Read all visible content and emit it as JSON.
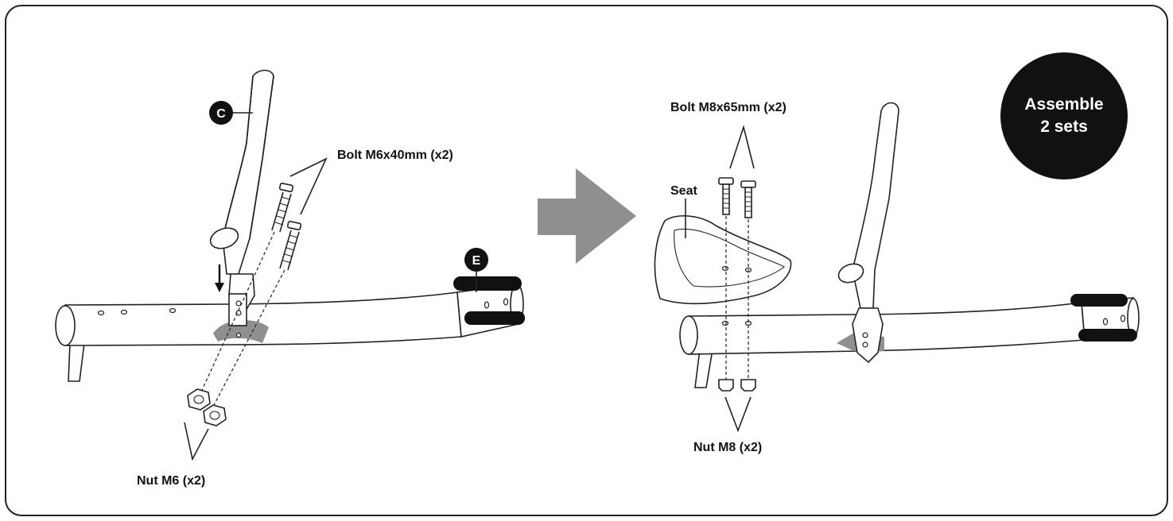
{
  "labels": {
    "part_c": "C",
    "part_e": "E",
    "bolt_left": "Bolt M6x40mm (x2)",
    "nut_left": "Nut M6 (x2)",
    "bolt_right": "Bolt M8x65mm (x2)",
    "seat": "Seat",
    "nut_right": "Nut M8 (x2)",
    "assemble_line1": "Assemble",
    "assemble_line2": "2 sets"
  },
  "colors": {
    "ink": "#111111",
    "arrow_gray": "#8f8f8f",
    "badge_fill": "#111111",
    "badge_text": "#ffffff"
  }
}
